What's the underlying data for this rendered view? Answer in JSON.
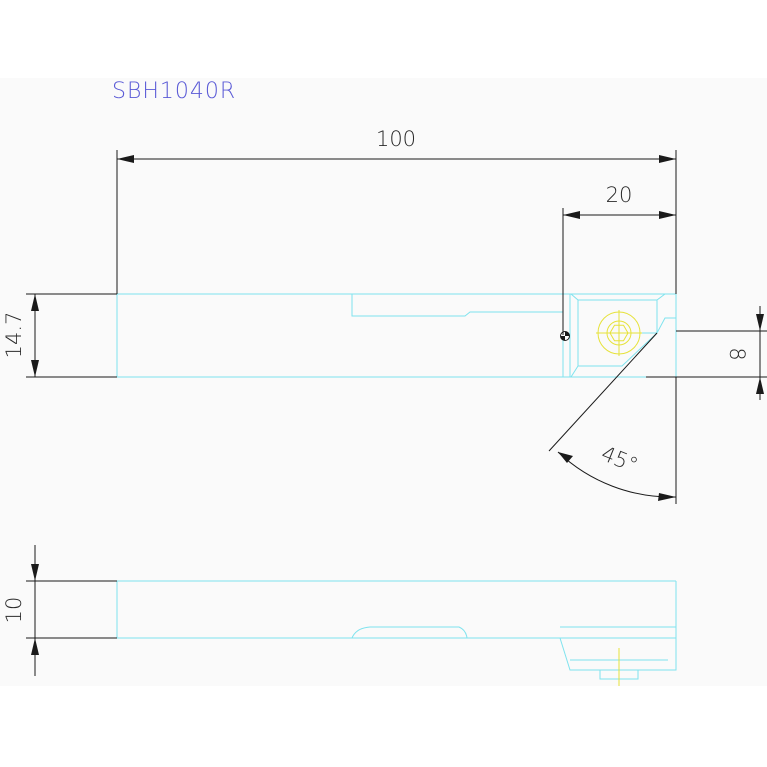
{
  "drawing": {
    "title": "SBH1040R",
    "dimensions": {
      "overall_length": "100",
      "insert_length": "20",
      "shank_height": "14.7",
      "tip_width": "8",
      "angle": "45°",
      "shank_thickness": "10"
    },
    "colors": {
      "part_lines": "#7fe3ee",
      "dimension_lines": "#1a1a1a",
      "title": "#5a5ad6",
      "hole_centerlines": "#e6e23a",
      "background": "#fafafa"
    }
  }
}
